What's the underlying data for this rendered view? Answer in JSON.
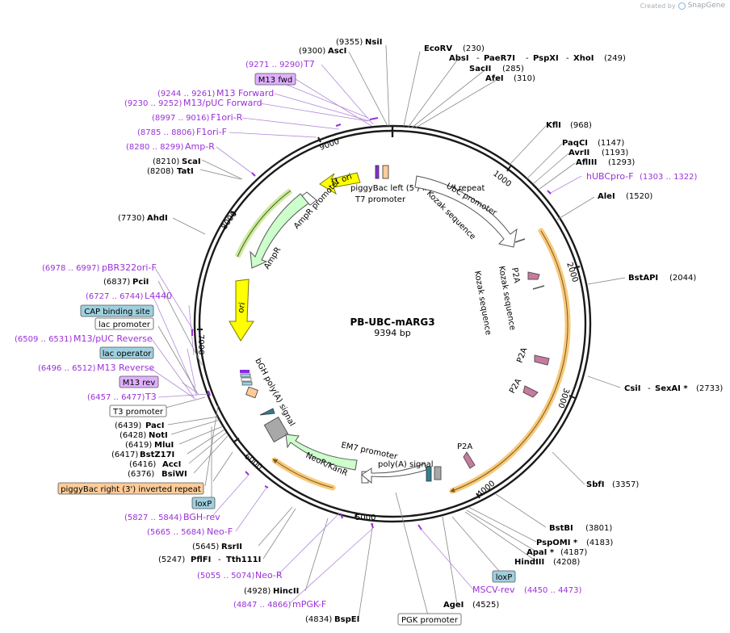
{
  "branding": {
    "created_by": "Created by",
    "app": "SnapGene"
  },
  "plasmid": {
    "name": "PB-UBC-mARG3",
    "size": "9394 bp"
  },
  "ticks": [
    "1000",
    "2000",
    "3000",
    "4000",
    "5000",
    "6000",
    "7000",
    "8000",
    "9000"
  ],
  "sites": [
    {
      "name": "NsiI",
      "pos": "(9355)"
    },
    {
      "name": "AscI",
      "pos": "(9300)"
    },
    {
      "name": "EcoRV",
      "pos": "(230)"
    },
    {
      "name": "AbsI",
      "pos": ""
    },
    {
      "name": "PaeR7I",
      "pos": ""
    },
    {
      "name": "PspXI",
      "pos": ""
    },
    {
      "name": "XhoI",
      "pos": "(249)"
    },
    {
      "name": "SacII",
      "pos": "(285)"
    },
    {
      "name": "AfeI",
      "pos": "(310)"
    },
    {
      "name": "KflI",
      "pos": "(968)"
    },
    {
      "name": "PaqCI",
      "pos": "(1147)"
    },
    {
      "name": "AvrII",
      "pos": "(1193)"
    },
    {
      "name": "AflIII",
      "pos": "(1293)"
    },
    {
      "name": "AleI",
      "pos": "(1520)"
    },
    {
      "name": "BstAPI",
      "pos": "(2044)"
    },
    {
      "name": "CsiI",
      "pos": ""
    },
    {
      "name": "SexAI *",
      "pos": "(2733)"
    },
    {
      "name": "SbfI",
      "pos": "(3357)"
    },
    {
      "name": "BstBI",
      "pos": "(3801)"
    },
    {
      "name": "PspOMI *",
      "pos": "(4183)"
    },
    {
      "name": "ApaI *",
      "pos": "(4187)"
    },
    {
      "name": "HindIII",
      "pos": "(4208)"
    },
    {
      "name": "AgeI",
      "pos": "(4525)"
    },
    {
      "name": "BspEI",
      "pos": "(4834)"
    },
    {
      "name": "HincII",
      "pos": "(4928)"
    },
    {
      "name": "PflFI",
      "pos": "(5247)"
    },
    {
      "name": "Tth111I",
      "pos": ""
    },
    {
      "name": "RsrII",
      "pos": "(5645)"
    },
    {
      "name": "BsiWI",
      "pos": "(6376)"
    },
    {
      "name": "AccI",
      "pos": "(6416)"
    },
    {
      "name": "BstZ17I",
      "pos": "(6417)"
    },
    {
      "name": "MluI",
      "pos": "(6419)"
    },
    {
      "name": "NotI",
      "pos": "(6428)"
    },
    {
      "name": "PacI",
      "pos": "(6439)"
    },
    {
      "name": "PciI",
      "pos": "(6837)"
    },
    {
      "name": "AhdI",
      "pos": "(7730)"
    },
    {
      "name": "TatI",
      "pos": "(8208)"
    },
    {
      "name": "ScaI",
      "pos": "(8210)"
    }
  ],
  "primers": [
    {
      "name": "T7",
      "range": "(9271 .. 9290)"
    },
    {
      "name": "M13 Forward",
      "range": "(9244 .. 9261)"
    },
    {
      "name": "M13/pUC Forward",
      "range": "(9230 .. 9252)"
    },
    {
      "name": "F1ori-R",
      "range": "(8997 .. 9016)"
    },
    {
      "name": "F1ori-F",
      "range": "(8785 .. 8806)"
    },
    {
      "name": "Amp-R",
      "range": "(8280 .. 8299)"
    },
    {
      "name": "hUBCpro-F",
      "range": "(1303 .. 1322)"
    },
    {
      "name": "pBR322ori-F",
      "range": "(6978 .. 6997)"
    },
    {
      "name": "L4440",
      "range": "(6727 .. 6744)"
    },
    {
      "name": "M13/pUC Reverse",
      "range": "(6509 .. 6531)"
    },
    {
      "name": "M13 Reverse",
      "range": "(6496 .. 6512)"
    },
    {
      "name": "T3",
      "range": "(6457 .. 6477)"
    },
    {
      "name": "BGH-rev",
      "range": "(5827 .. 5844)"
    },
    {
      "name": "Neo-F",
      "range": "(5665 .. 5684)"
    },
    {
      "name": "Neo-R",
      "range": "(5055 .. 5074)"
    },
    {
      "name": "mPGK-F",
      "range": "(4847 .. 4866)"
    },
    {
      "name": "MSCV-rev",
      "range": "(4450 .. 4473)"
    }
  ],
  "boxed_labels": [
    {
      "text": "M13 fwd",
      "style": "purple"
    },
    {
      "text": "CAP binding site",
      "style": "teal"
    },
    {
      "text": "lac promoter",
      "style": "white"
    },
    {
      "text": "lac operator",
      "style": "teal"
    },
    {
      "text": "M13 rev",
      "style": "purple"
    },
    {
      "text": "T3 promoter",
      "style": "white"
    },
    {
      "text": "piggyBac right (3') inverted repeat",
      "style": "orange"
    },
    {
      "text": "loxP",
      "style": "teal"
    },
    {
      "text": "loxP",
      "style": "teal"
    },
    {
      "text": "PGK promoter",
      "style": "white"
    }
  ],
  "features": [
    "f1 ori",
    "AmpR promoter",
    "AmpR",
    "ori",
    "piggyBac left (5') inverted repeat",
    "T7 promoter",
    "UbC promoter",
    "Kozak sequence",
    "P2A",
    "Kozak sequence",
    "Kozak sequence",
    "P2A",
    "P2A",
    "P2A",
    "bGH poly(A) signal",
    "EM7 promoter",
    "NeoR/KanR",
    "poly(A) signal"
  ],
  "colors": {
    "backbone": "#1a1a1a",
    "enzyme": "#000000",
    "primer": "#9b30d9",
    "ori": "#ffff00",
    "amp": "#ccffcc",
    "orf_arc": "#f7c97a",
    "promoter_fill": "#ffffff",
    "p2a": "#c97a9e",
    "purple_box": "#e0b0ff",
    "teal_box": "#9fd0e0",
    "orange_box": "#ffcc99"
  }
}
